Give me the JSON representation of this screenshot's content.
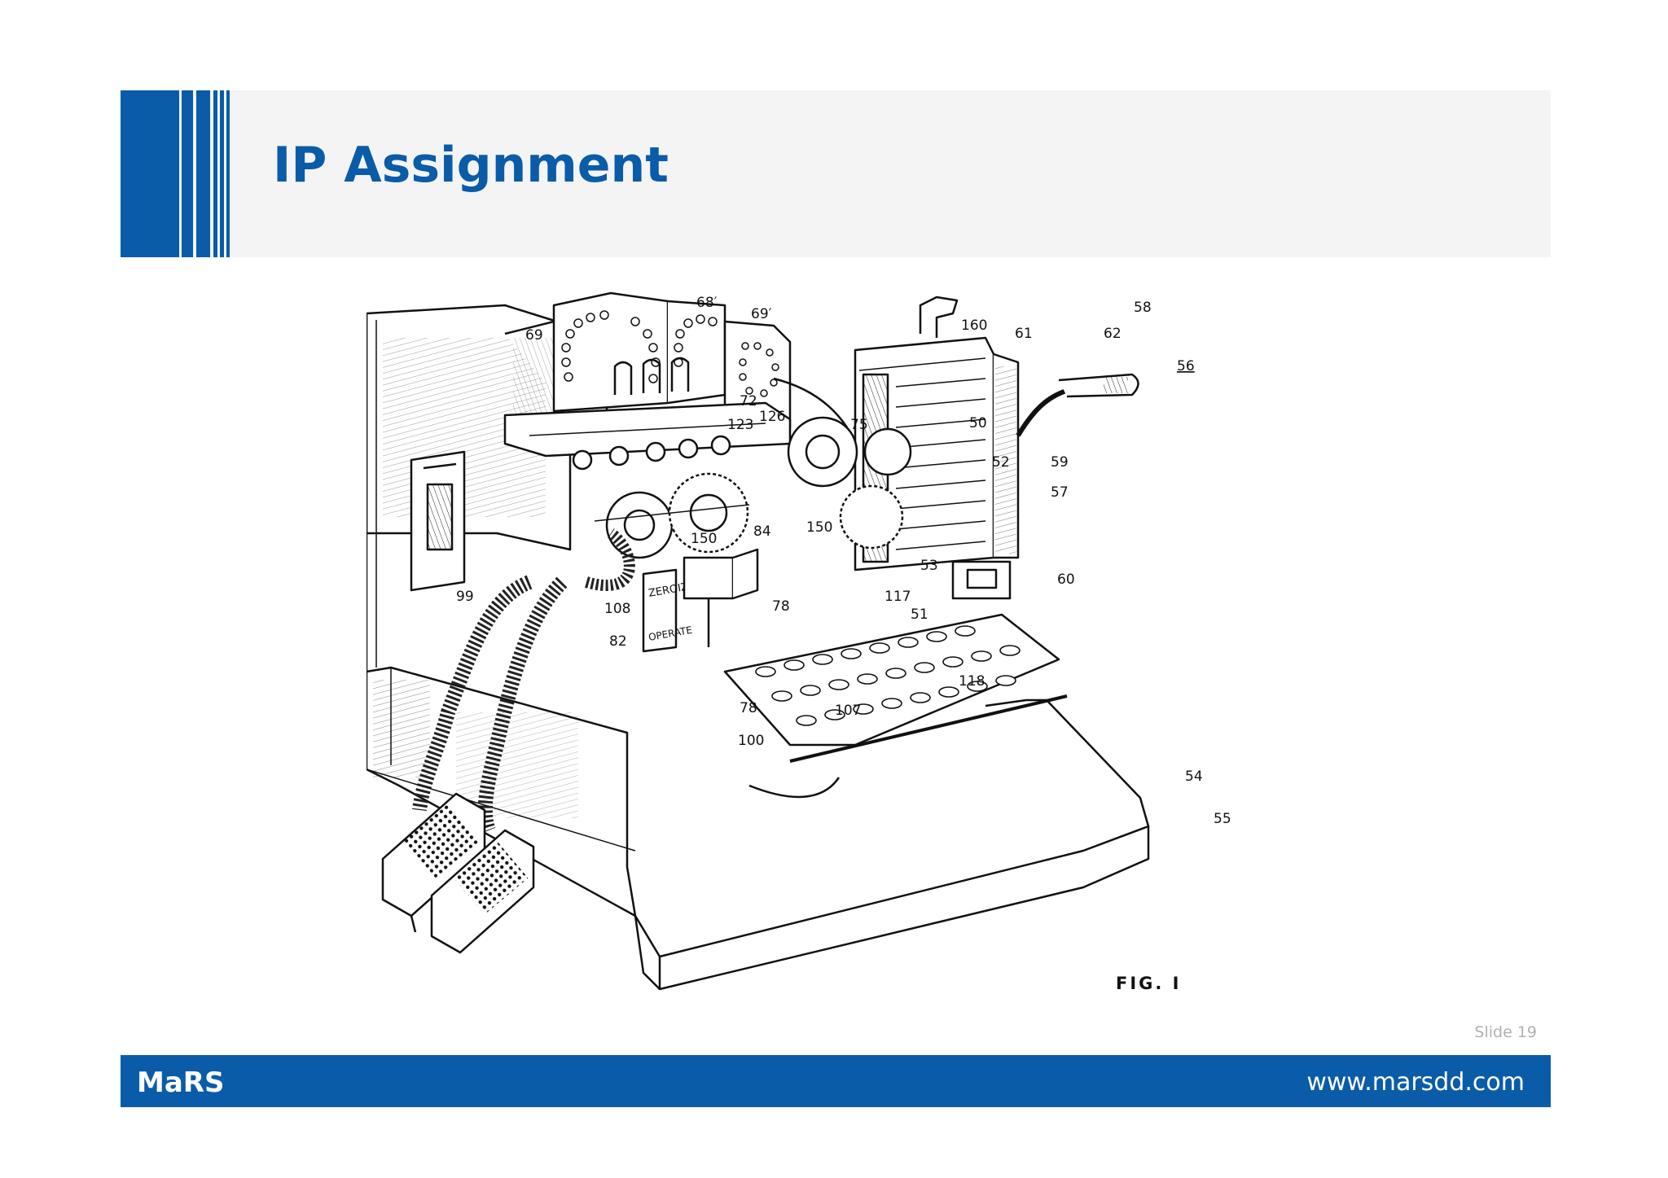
{
  "slide": {
    "title": "IP Assignment",
    "slide_number": "Slide 19"
  },
  "footer": {
    "brand": "MaRS",
    "url": "www.marsdd.com"
  },
  "figure": {
    "caption": "FIG. I",
    "labels": {
      "l68p": "68′",
      "l69p": "69′",
      "l69": "69",
      "l160": "160",
      "l61": "61",
      "l62": "62",
      "l58": "58",
      "l56": "56",
      "l72": "72",
      "l126": "126",
      "l123": "123",
      "l75": "75",
      "l50": "50",
      "l52": "52",
      "l59": "59",
      "l57": "57",
      "l150a": "150",
      "l150b": "150",
      "l84": "84",
      "l53": "53",
      "l60": "60",
      "l99": "99",
      "l82": "82",
      "l108": "108",
      "l117": "117",
      "l51": "51",
      "l78a": "78",
      "l118": "118",
      "l78b": "78",
      "l107": "107",
      "l100": "100",
      "l54": "54",
      "l55": "55",
      "zeroize": "ZEROIZE",
      "operate": "OPERATE"
    }
  },
  "colors": {
    "brand_blue": "#0a5ca8",
    "header_bg": "#f4f4f4"
  }
}
